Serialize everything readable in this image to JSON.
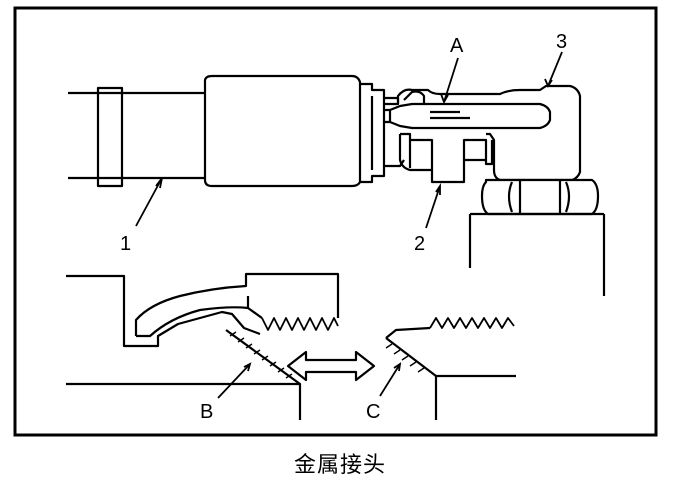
{
  "diagram": {
    "labels": {
      "part_1": "1",
      "part_2": "2",
      "part_3": "3",
      "point_a": "A",
      "point_b": "B",
      "point_c": "C"
    },
    "caption": "金属接头"
  }
}
